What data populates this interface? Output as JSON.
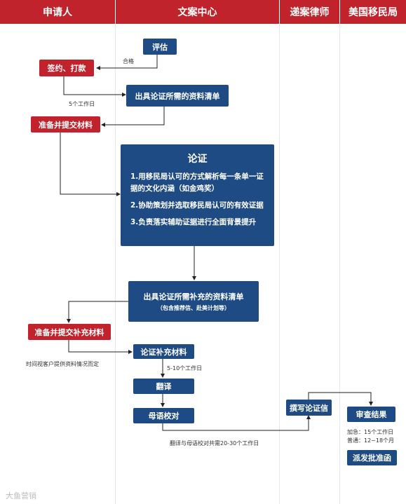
{
  "lanes": [
    "申请人",
    "文案中心",
    "递案律师",
    "美国移民局"
  ],
  "boxes": {
    "assess": "评估",
    "sign_pay": "签约、打款",
    "doc_list": "出具论证所需的资料清单",
    "prepare_submit": "准备并提交材料",
    "argument": {
      "title": "论证",
      "points": [
        "1.用移民局认可的方式解析每一条单一证据的文化内涵（如金鸡奖）",
        "2.协助策划并选取移民局认可的有效证据",
        "3.负责落实辅助证据进行全面背景提升"
      ]
    },
    "supp_list": "出具论证所需补充的资料清单",
    "supp_list_note": "（包含推荐信、赴美计划等）",
    "prepare_supp": "准备并提交补充材料",
    "argue_supp": "论证补充材料",
    "translate": "翻译",
    "proofread": "母语校对",
    "write_letter": "撰写论证信",
    "review": "审查结果",
    "approval": "派发批准函"
  },
  "labels": {
    "qualified": "合格",
    "five_days": "5个工作日",
    "time_note": "时间视客户提供资料情况而定",
    "five_ten_days": "5-10个工作日",
    "translate_note": "翻译与母语校对共需20-30个工作日",
    "expedite": "加急：15个工作日",
    "normal": "普通：12~18个月"
  },
  "watermark": "大鱼营销",
  "colors": {
    "red": "#c0232c",
    "blue": "#1e4b84"
  }
}
